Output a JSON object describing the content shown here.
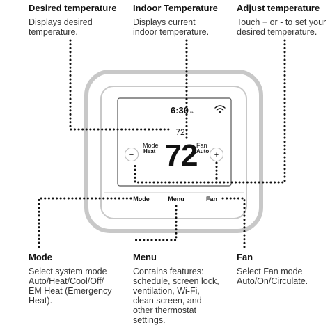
{
  "callouts": {
    "desired": {
      "title": "Desired temperature",
      "desc": "Displays desired\ntemperature."
    },
    "indoor": {
      "title": "Indoor Temperature",
      "desc": "Displays current\nindoor temperature."
    },
    "adjust": {
      "title": "Adjust temperature",
      "desc": "Touch + or - to set your\ndesired temperature."
    },
    "mode": {
      "title": "Mode",
      "desc": "Select system mode\nAuto/Heat/Cool/Off/\nEM Heat (Emergency\nHeat)."
    },
    "menu": {
      "title": "Menu",
      "desc": "Contains features:\nschedule, screen lock,\nventilation, Wi-Fi,\nclean screen, and\nother thermostat\nsettings."
    },
    "fan": {
      "title": "Fan",
      "desc": "Select Fan mode\nAuto/On/Circulate."
    }
  },
  "display": {
    "time": "6:30",
    "time_suffix": "PM",
    "setpoint": "72",
    "indoor_temp": "72",
    "mode_label": "Mode",
    "mode_value": "Heat",
    "fan_label": "Fan",
    "fan_value": "Auto",
    "minus_symbol": "−",
    "plus_symbol": "+",
    "bottom_mode": "Mode",
    "bottom_menu": "Menu",
    "bottom_fan": "Fan"
  },
  "icons": {
    "wifi": "wifi-icon"
  }
}
